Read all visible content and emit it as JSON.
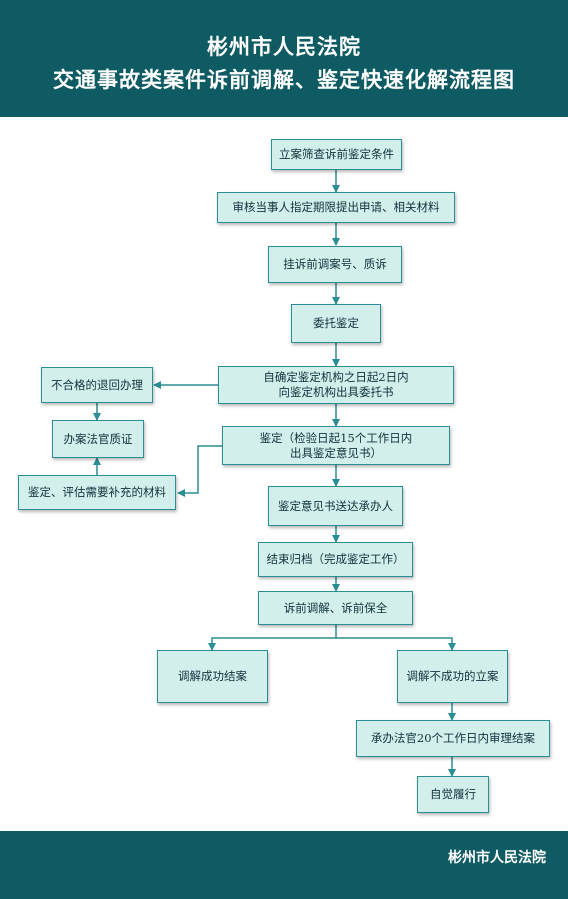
{
  "header": {
    "title_line1": "彬州市人民法院",
    "title_line2": "交通事故类案件诉前调解、鉴定快速化解流程图"
  },
  "flow": {
    "s1": "立案筛查诉前鉴定条件",
    "s2": "审核当事人指定期限提出申请、相关材料",
    "s3": "挂诉前调案号、质诉",
    "s4": "委托鉴定",
    "s5_line1": "自确定鉴定机构之日起2日内",
    "s5_line2": "向鉴定机构出具委托书",
    "s6_line1": "鉴定（检验日起15个工作日内",
    "s6_line2": "出具鉴定意见书）",
    "s7": "鉴定意见书送达承办人",
    "s8": "结束归档（完成鉴定工作）",
    "s9": "诉前调解、诉前保全",
    "s10a": "调解成功结案",
    "s10b": "调解不成功的立案",
    "s11": "承办法官20个工作日内审理结案",
    "s12": "自觉履行",
    "side1": "不合格的退回办理",
    "side2": "办案法官质证",
    "side3": "鉴定、评估需要补充的材料"
  },
  "footer": {
    "court": "彬州市人民法院"
  },
  "colors": {
    "header_bg": "#0f5b63",
    "box_fill": "#d2efec",
    "box_border": "#2a8e92",
    "arrow": "#2a8e92"
  }
}
